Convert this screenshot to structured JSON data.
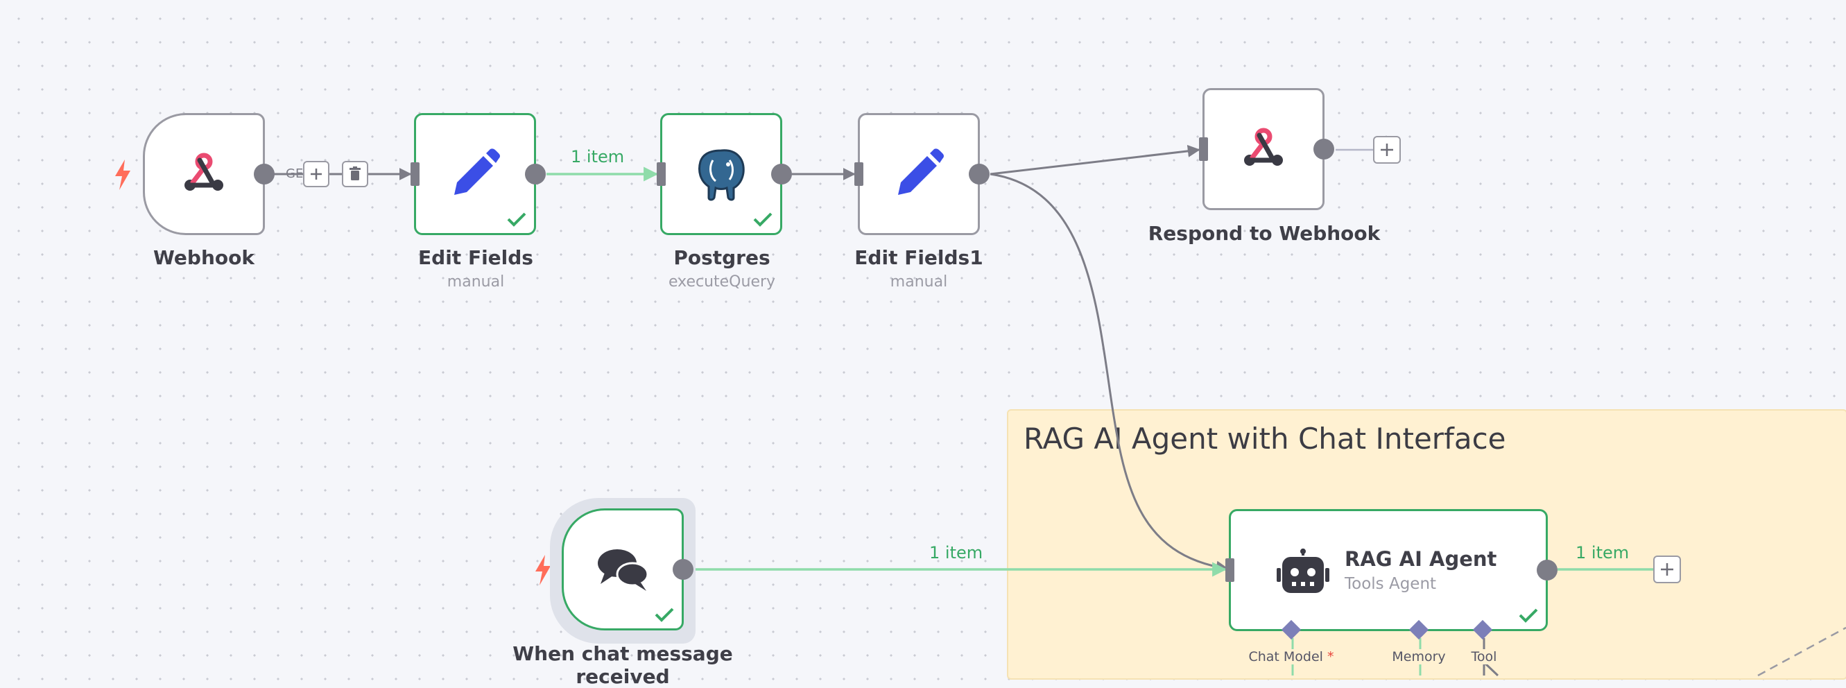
{
  "canvas": {
    "sticky_note": {
      "title": "RAG AI Agent with Chat Interface"
    }
  },
  "nodes": {
    "webhook": {
      "title": "Webhook",
      "icon": "webhook-icon"
    },
    "edit_fields": {
      "title": "Edit Fields",
      "subtitle": "manual",
      "icon": "pencil-icon",
      "status": "success"
    },
    "postgres": {
      "title": "Postgres",
      "subtitle": "executeQuery",
      "icon": "postgres-elephant-icon",
      "status": "success"
    },
    "edit_fields1": {
      "title": "Edit Fields1",
      "subtitle": "manual",
      "icon": "pencil-icon"
    },
    "respond_webhook": {
      "title": "Respond to Webhook",
      "icon": "webhook-icon"
    },
    "chat_trigger": {
      "title": "When chat message",
      "title_line2": "received",
      "icon": "chat-bubbles-icon",
      "status": "success"
    },
    "rag_agent": {
      "title": "RAG AI Agent",
      "subtitle": "Tools Agent",
      "icon": "robot-icon",
      "status": "success",
      "sub_inputs": [
        {
          "label": "Chat Model",
          "required_mark": "*"
        },
        {
          "label": "Memory",
          "required_mark": ""
        },
        {
          "label": "Tool",
          "required_mark": ""
        }
      ]
    }
  },
  "edges": {
    "webhook_method": "GE",
    "edit_to_postgres": "1 item",
    "chat_to_agent": "1 item",
    "agent_out": "1 item"
  },
  "colors": {
    "success": "#37a965",
    "idle_border": "#9a9aa3",
    "sticky": "#fff1d2",
    "webhook_pink": "#ea4b71",
    "pencil_blue": "#3b4ee6",
    "trigger_bolt": "#ff6d5a"
  }
}
